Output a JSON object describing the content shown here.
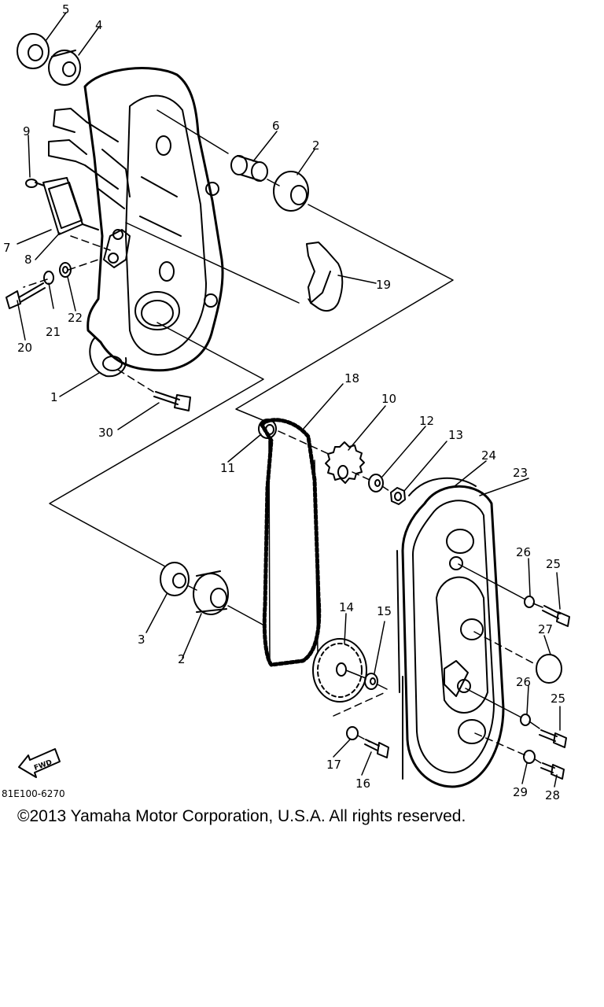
{
  "diagram": {
    "drawing_code": "81E100-6270",
    "direction_marker": "FWD",
    "copyright": "©2013 Yamaha Motor Corporation, U.S.A. All rights reserved.",
    "callouts": [
      "5",
      "4",
      "9",
      "6",
      "2",
      "7",
      "8",
      "19",
      "20",
      "21",
      "22",
      "1",
      "30",
      "18",
      "10",
      "12",
      "13",
      "24",
      "23",
      "11",
      "3",
      "2",
      "14",
      "15",
      "26",
      "25",
      "27",
      "26",
      "25",
      "17",
      "16",
      "29",
      "28"
    ]
  }
}
